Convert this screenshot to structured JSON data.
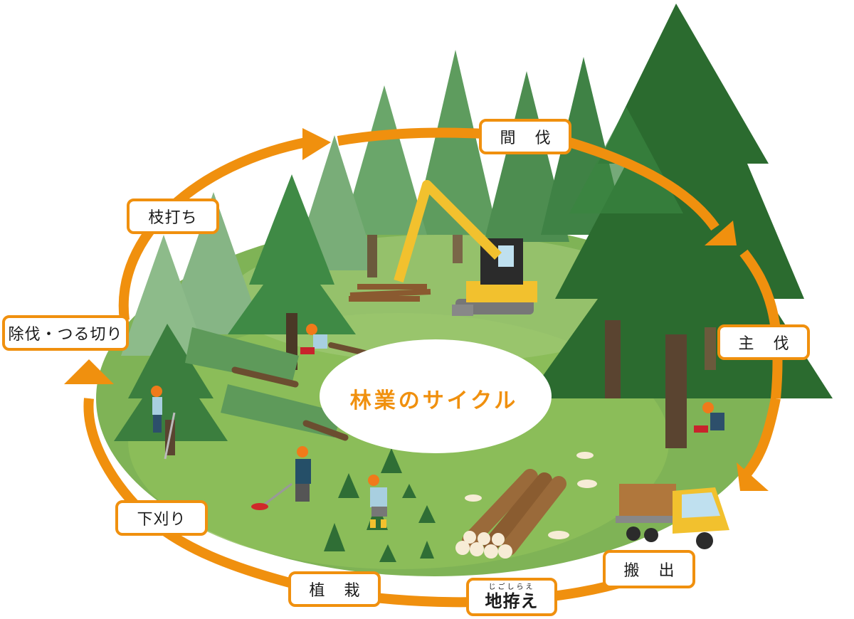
{
  "diagram": {
    "title": "林業のサイクル",
    "type": "cycle",
    "colors": {
      "arrow": "#f0900e",
      "label_border": "#f0900e",
      "label_text": "#1a1a1a",
      "title_text": "#f0900e",
      "ground_light": "#8fbf5a",
      "ground_dark": "#5e9a3c",
      "tree_dark": "#2c6b2f",
      "tree_mid": "#3f8a45",
      "tree_light": "#79ad78",
      "machine_yellow": "#f2c12e",
      "helmet_orange": "#f07a1a"
    },
    "stages": [
      {
        "id": "kanbatsu",
        "label": "間 伐",
        "order": 1,
        "description": "thinning (excavator loading logs)"
      },
      {
        "id": "shubatsu",
        "label": "主 伐",
        "order": 2,
        "description": "final felling (worker with chainsaw)"
      },
      {
        "id": "hanshutsu",
        "label": "搬 出",
        "order": 3,
        "description": "hauling (log truck)"
      },
      {
        "id": "jigoshirae",
        "label": "地拵え",
        "ruby": "じごしらえ",
        "order": 4,
        "description": "site preparation (stacked logs, stumps)"
      },
      {
        "id": "shokusai",
        "label": "植 栽",
        "order": 5,
        "description": "planting (worker planting seedlings)"
      },
      {
        "id": "shitagari",
        "label": "下刈り",
        "order": 6,
        "description": "weeding (worker with brush cutter)"
      },
      {
        "id": "jobatsu",
        "label": "除伐・つる切り",
        "order": 7,
        "description": "cleaning cutting & vine cutting"
      },
      {
        "id": "edauchi",
        "label": "枝打ち",
        "order": 8,
        "description": "pruning (worker on ladder)"
      }
    ]
  }
}
